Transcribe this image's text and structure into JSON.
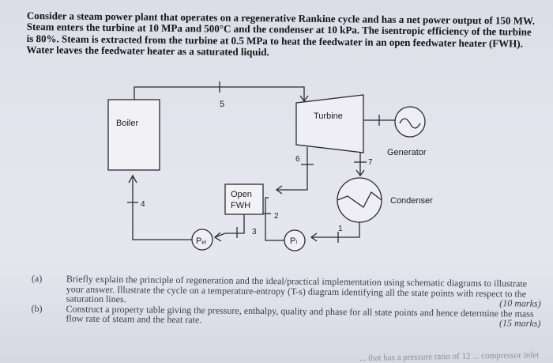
{
  "problem": {
    "text": "Consider a steam power plant that operates on a regenerative Rankine cycle and has a net power output of 150 MW. Steam enters the turbine at 10 MPa and 500°C and the condenser at 10 kPa. The isentropic efficiency of the turbine is 80%. Steam is extracted from the turbine at 0.5 MPa to heat the feedwater in an open feedwater heater (FWH). Water leaves the feedwater heater as a saturated liquid."
  },
  "diagram": {
    "boiler_label": "Boiler",
    "turbine_label": "Turbine",
    "generator_label": "Generator",
    "condenser_label": "Condenser",
    "fwh_label_1": "Open",
    "fwh_label_2": "FWH",
    "pump_ii_label": "Pₑₗ",
    "pump_i_label": "Pₗ",
    "state_1": "1",
    "state_2": "2",
    "state_3": "3",
    "state_4": "4",
    "state_5": "5",
    "state_6": "6",
    "state_7": "7"
  },
  "questions": [
    {
      "label": "(a)",
      "text": "Briefly explain the principle of regeneration and the ideal/practical implementation using schematic diagrams to illustrate your answer. Illustrate the cycle on a temperature-entropy (T-s) diagram identifying all the state points with respect to the saturation lines.",
      "marks": "(10 marks)"
    },
    {
      "label": "(b)",
      "text": "Construct a property table giving the pressure, enthalpy, quality and phase for all state points and hence determine the mass flow rate of steam and the heat rate.",
      "marks": "(15 marks)"
    }
  ],
  "footer_fragment": "... that has a pressure ratio of 12 ... compressor inlet"
}
